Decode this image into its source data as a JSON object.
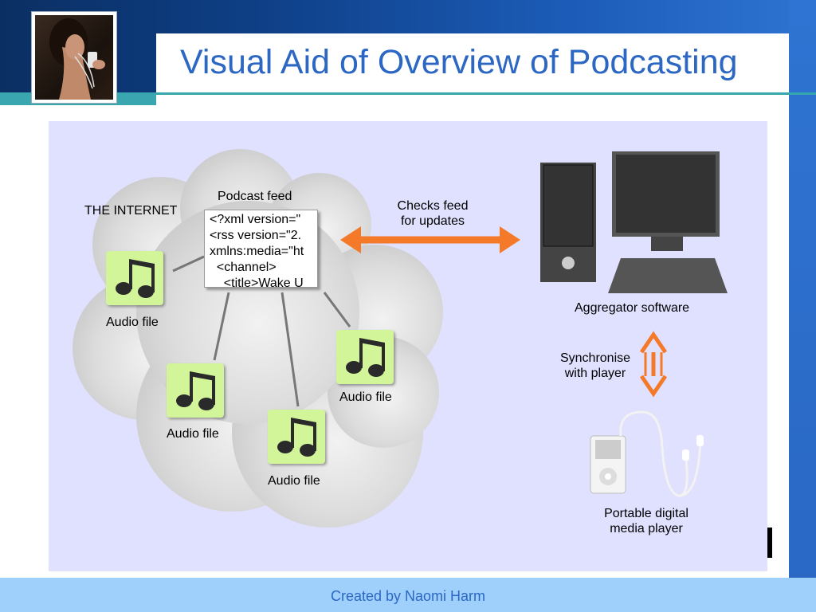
{
  "slide": {
    "title": "Visual Aid of Overview of Podcasting",
    "footer": "Created by Naomi Harm"
  },
  "diagram": {
    "internet_label": "THE INTERNET",
    "podcast_feed": {
      "label": "Podcast feed",
      "lines": [
        "<?xml version=\"",
        "<rss version=\"2.",
        "xmlns:media=\"ht",
        "  <channel>",
        "    <title>Wake U"
      ]
    },
    "audio_files": [
      "Audio file",
      "Audio file",
      "Audio file",
      "Audio file"
    ],
    "checks_feed": [
      "Checks feed",
      "for updates"
    ],
    "aggregator_label": "Aggregator software",
    "synchronise": [
      "Synchronise",
      "with player"
    ],
    "player_label": [
      "Portable digital",
      "media player"
    ],
    "icons": [
      "music-note-icon",
      "computer-tower-icon",
      "monitor-icon",
      "media-player-icon",
      "double-arrow-icon"
    ],
    "colors": {
      "arrow": "#f47a2a",
      "note_tile": "#d3f59a",
      "cloud": "#cfcfd4",
      "background": "#e0e0ff"
    }
  }
}
